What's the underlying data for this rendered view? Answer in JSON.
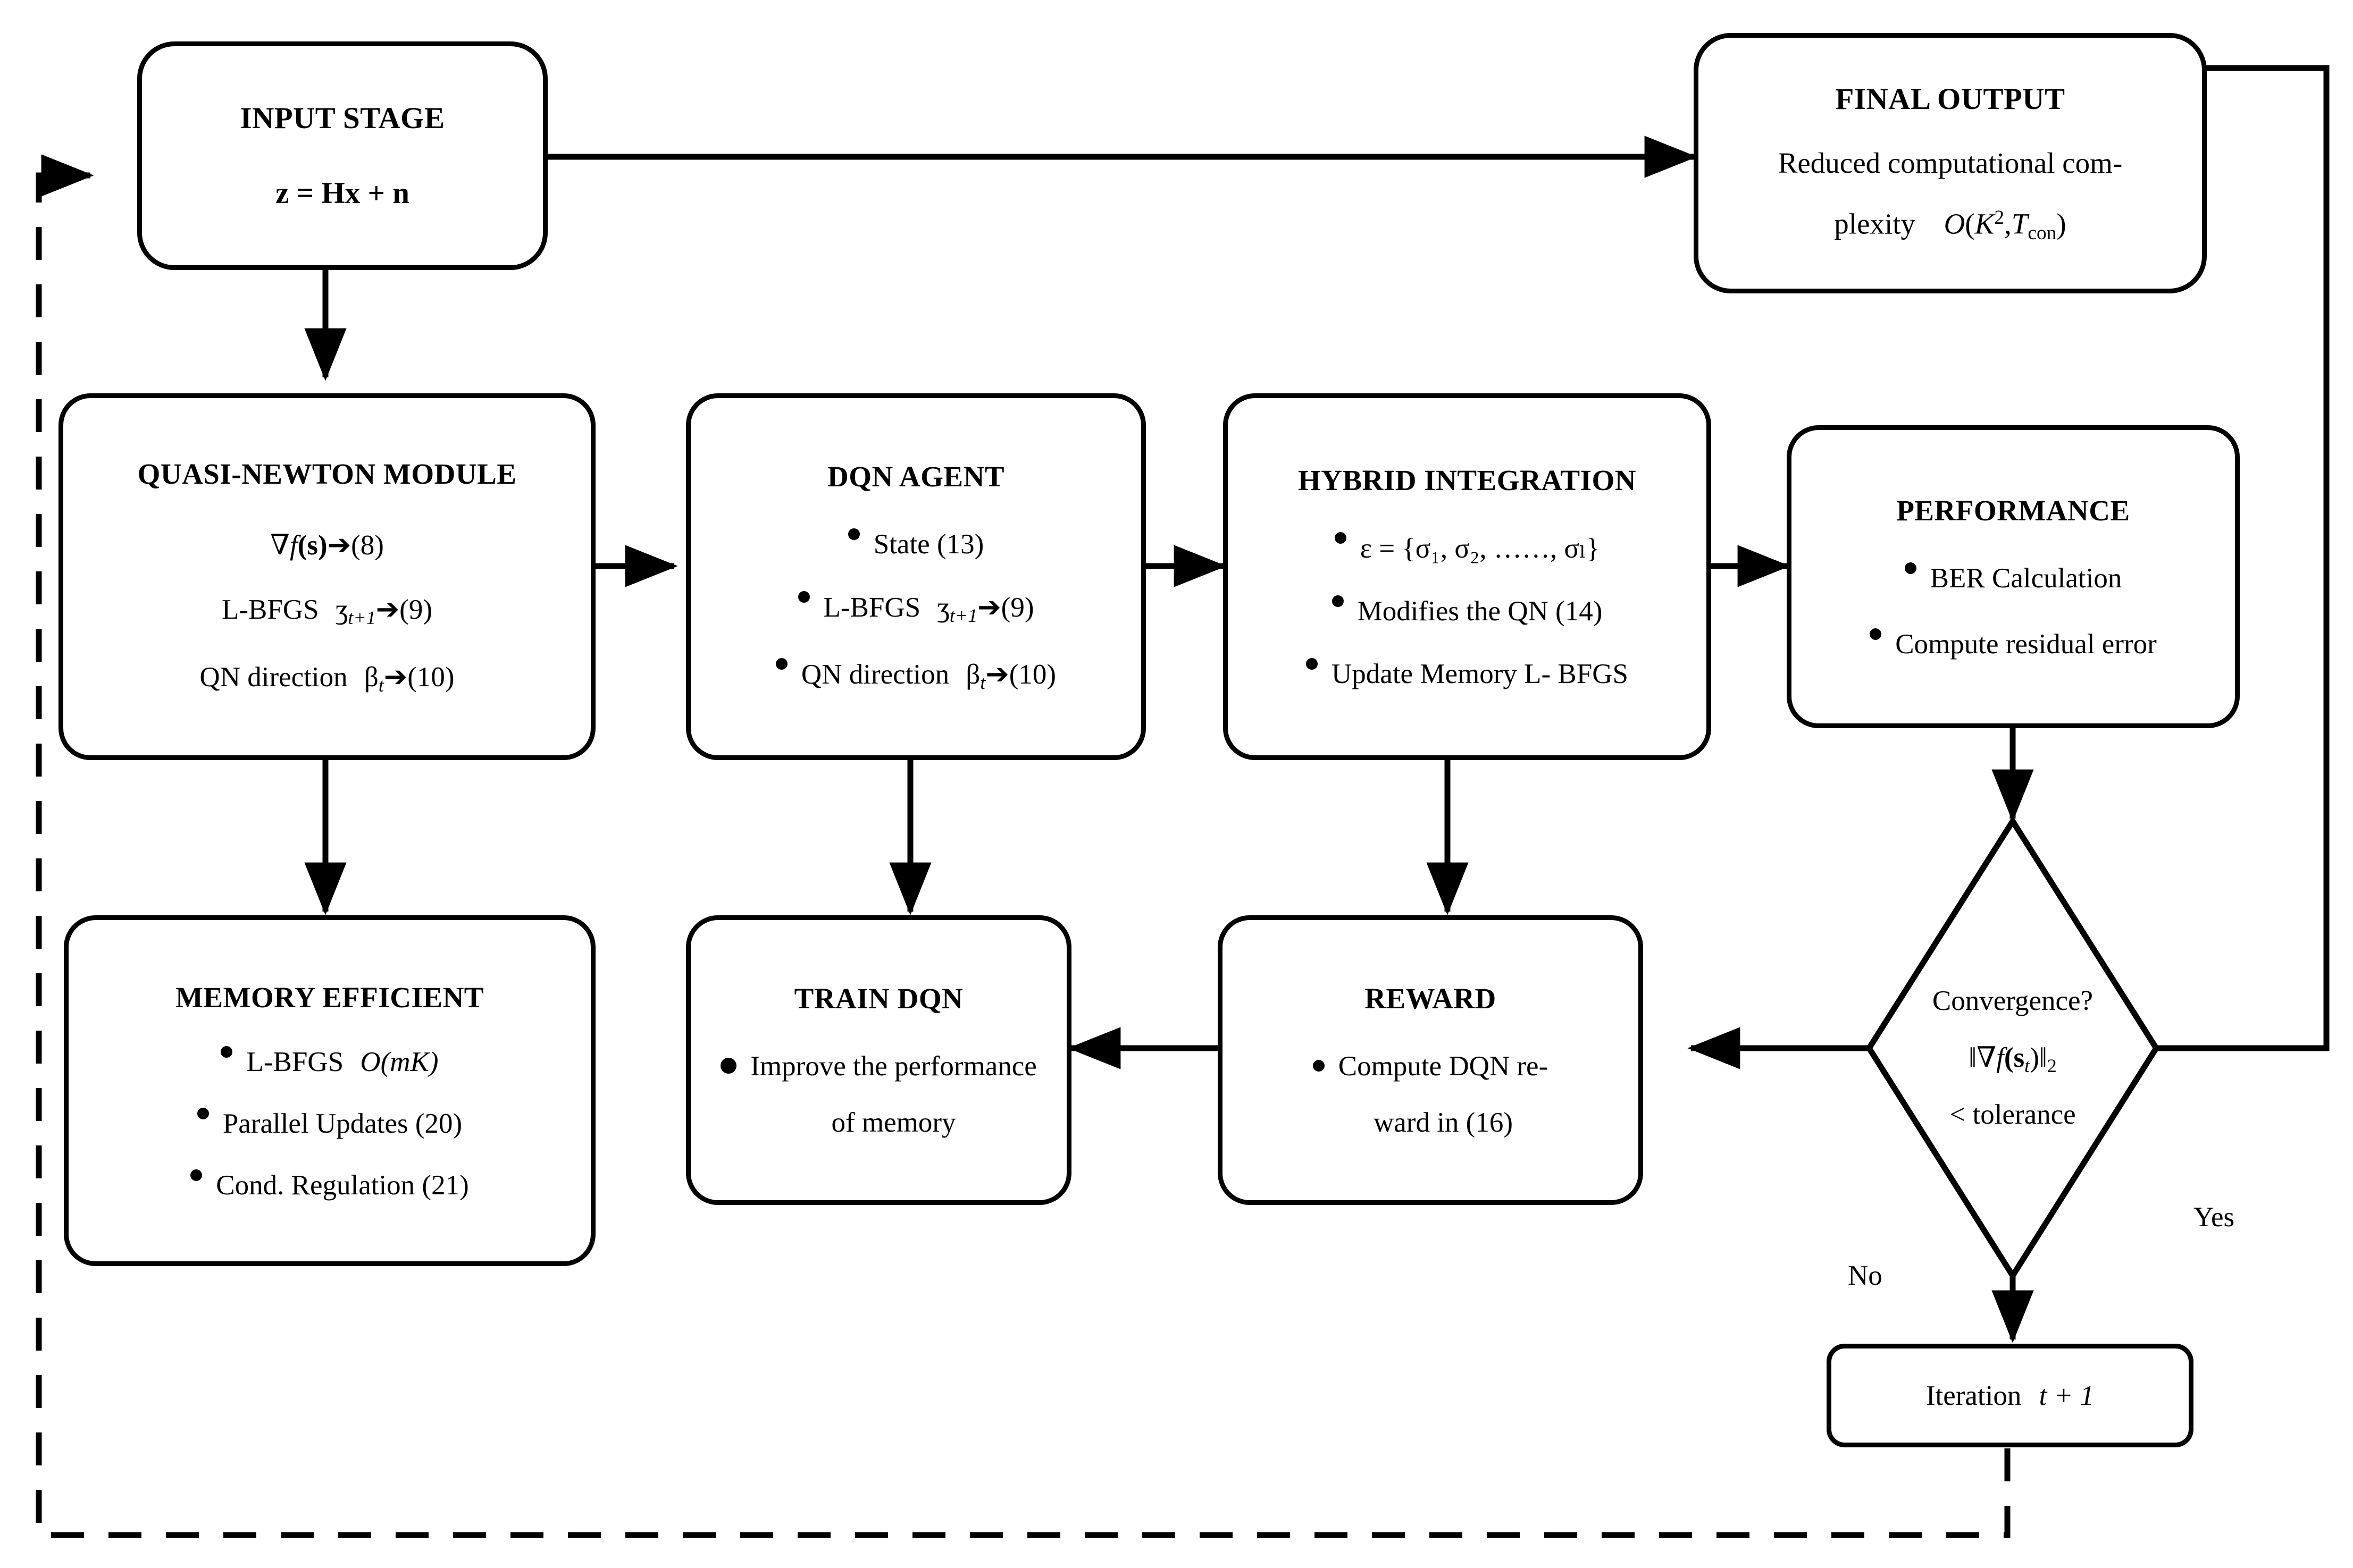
{
  "diagram": {
    "type": "flowchart",
    "title": "Hybrid Quasi-Newton / DQN MIMO detection flowchart",
    "stroke_color": "#000000",
    "background_color": "#ffffff"
  },
  "nodes": {
    "input_stage": {
      "title": "INPUT STAGE",
      "line1": "z = Hx + n"
    },
    "final_output": {
      "title": "FINAL OUTPUT",
      "line1": "Reduced computational com-",
      "line2_prefix": "plexity",
      "line2_math_O": "O",
      "line2_math_K": "K",
      "line2_math_sup": "2",
      "line2_math_T": "T",
      "line2_math_sub": "con"
    },
    "quasi_newton": {
      "title": "QUASI-NEWTON MODULE",
      "b1_pre": "∇",
      "b1_f": "f",
      "b1_s": "(s)",
      "b1_arrow": "➔",
      "b1_ref": "(8)",
      "b2_pre": "L-BFGS",
      "b2_sym": "ʒ",
      "b2_sub": "t+1",
      "b2_arrow": "➔",
      "b2_ref": "(9)",
      "b3_pre": "QN direction",
      "b3_sym": "β",
      "b3_sub": "t",
      "b3_arrow": "➔",
      "b3_ref": "(10)"
    },
    "dqn_agent": {
      "title": "DQN AGENT",
      "b1": "State (13)",
      "b2_pre": "L-BFGS",
      "b2_sym": "ʒ",
      "b2_sub": "t+1",
      "b2_arrow": "➔",
      "b2_ref": "(9)",
      "b3_pre": "QN direction",
      "b3_sym": "β",
      "b3_sub": "t",
      "b3_arrow": "➔",
      "b3_ref": "(10)"
    },
    "hybrid_integration": {
      "title": "HYBRID INTEGRATION",
      "b1": "ɛ = {σ₁, σ₂, ……, σₗ}",
      "b2": "Modifies the QN (14)",
      "b3": "Update Memory L- BFGS"
    },
    "performance": {
      "title": "PERFORMANCE",
      "b1": "BER Calculation",
      "b2": "Compute residual error"
    },
    "memory_efficient": {
      "title": "MEMORY EFFICIENT",
      "b1_pre": "L-BFGS",
      "b1_O": "O",
      "b1_arg": "(mK)",
      "b2": "Parallel Updates (20)",
      "b3": "Cond. Regulation (21)"
    },
    "train_dqn": {
      "title": "TRAIN DQN",
      "b1_l1": "Improve the performance",
      "b1_l2": "of memory"
    },
    "reward": {
      "title": "REWARD",
      "b1_l1": "Compute DQN re-",
      "b1_l2": "ward in (16)"
    },
    "convergence": {
      "l1": "Convergence?",
      "l2_norm_open": "‖",
      "l2_grad": "∇",
      "l2_f": "f",
      "l2_s": "(s",
      "l2_sub": "t",
      "l2_close": ")",
      "l2_norm_close": "‖",
      "l2_sub2": "2",
      "l3": "< tolerance"
    },
    "iteration": {
      "text_pre": "Iteration",
      "text_var": "t + 1"
    }
  },
  "edge_labels": {
    "yes": "Yes",
    "no": "No"
  },
  "edges": [
    {
      "name": "input-to-final-output",
      "from": "input_stage",
      "to": "final_output",
      "style": "solid",
      "arrow": "single"
    },
    {
      "name": "input-to-quasi-newton",
      "from": "input_stage",
      "to": "quasi_newton",
      "style": "solid",
      "arrow": "single"
    },
    {
      "name": "quasi-newton-to-dqn-agent",
      "from": "quasi_newton",
      "to": "dqn_agent",
      "style": "solid",
      "arrow": "single"
    },
    {
      "name": "dqn-agent-to-hybrid",
      "from": "dqn_agent",
      "to": "hybrid_integration",
      "style": "solid",
      "arrow": "single"
    },
    {
      "name": "hybrid-to-performance",
      "from": "hybrid_integration",
      "to": "performance",
      "style": "solid",
      "arrow": "single"
    },
    {
      "name": "performance-to-convergence",
      "from": "performance",
      "to": "convergence",
      "style": "solid",
      "arrow": "single"
    },
    {
      "name": "quasi-newton-memory-efficient",
      "from": "quasi_newton",
      "to": "memory_efficient",
      "style": "solid",
      "arrow": "double"
    },
    {
      "name": "dqn-agent-train-dqn",
      "from": "dqn_agent",
      "to": "train_dqn",
      "style": "solid",
      "arrow": "double"
    },
    {
      "name": "hybrid-reward",
      "from": "hybrid_integration",
      "to": "reward",
      "style": "solid",
      "arrow": "double"
    },
    {
      "name": "convergence-no-to-iteration",
      "from": "convergence",
      "to": "iteration",
      "style": "solid",
      "arrow": "single",
      "label": "No"
    },
    {
      "name": "convergence-yes-to-final-output",
      "from": "convergence",
      "to": "final_output",
      "style": "solid",
      "arrow": "single",
      "label": "Yes"
    },
    {
      "name": "convergence-to-reward",
      "from": "convergence",
      "to": "reward",
      "style": "solid",
      "arrow": "single"
    },
    {
      "name": "reward-to-train-dqn",
      "from": "reward",
      "to": "train_dqn",
      "style": "solid",
      "arrow": "single"
    },
    {
      "name": "iteration-feedback-to-input",
      "from": "iteration",
      "to": "input_stage",
      "style": "dashed",
      "arrow": "single"
    }
  ]
}
